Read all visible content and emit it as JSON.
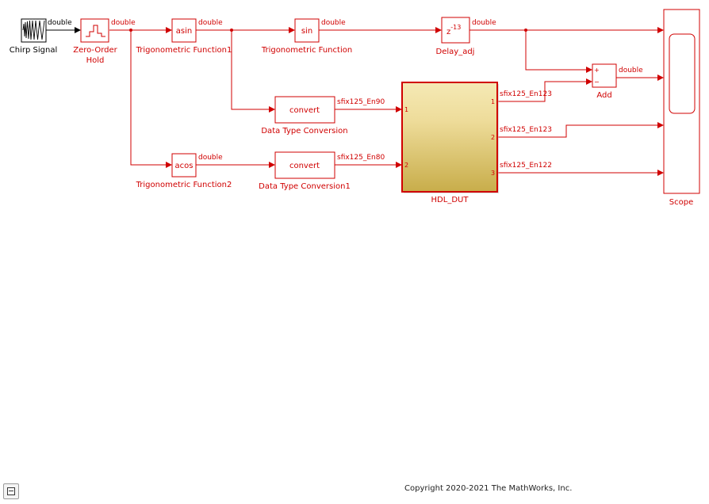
{
  "colors": {
    "active": "#d00000",
    "inactive": "#000000",
    "subsystem_top": "#f5e9b5",
    "subsystem_bottom": "#c8ad4a"
  },
  "blocks": {
    "chirp": {
      "label": "Chirp Signal"
    },
    "zoh": {
      "label": "Zero-Order Hold",
      "label_line1": "Zero-Order",
      "label_line2": "Hold"
    },
    "asin": {
      "text": "asin",
      "label": "Trigonometric Function1"
    },
    "sin": {
      "text": "sin",
      "label": "Trigonometric Function"
    },
    "delay": {
      "text_base": "z",
      "text_exp": "-13",
      "label": "Delay_adj"
    },
    "acos": {
      "text": "acos",
      "label": "Trigonometric Function2"
    },
    "dtc": {
      "text": "convert",
      "label": "Data Type Conversion"
    },
    "dtc1": {
      "text": "convert",
      "label": "Data Type Conversion1"
    },
    "dut": {
      "label": "HDL_DUT",
      "in_ports": [
        "1",
        "2"
      ],
      "out_ports": [
        "1",
        "2",
        "3"
      ]
    },
    "add": {
      "label": "Add",
      "signs": [
        "+",
        "−"
      ]
    },
    "scope": {
      "label": "Scope"
    }
  },
  "signals": {
    "chirp_out": "double",
    "zoh_out": "double",
    "asin_out": "double",
    "sin_out": "double",
    "delay_out": "double",
    "acos_out": "double",
    "dtc_out": "sfix125_En90",
    "dtc1_out": "sfix125_En80",
    "dut_out1": "sfix125_En123",
    "dut_out2": "sfix125_En123",
    "dut_out3": "sfix125_En122",
    "add_out": "double"
  },
  "footer": {
    "copyright": "Copyright 2020-2021 The MathWorks, Inc."
  }
}
